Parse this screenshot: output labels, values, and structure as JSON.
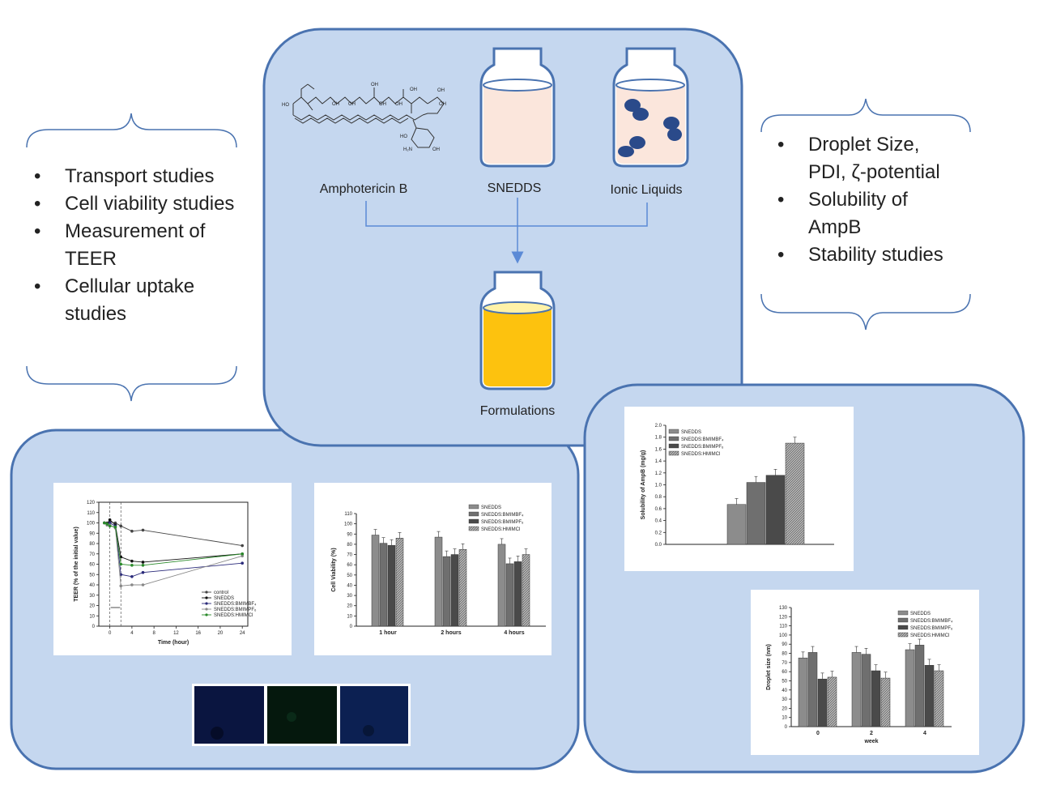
{
  "top_panel": {
    "labels": {
      "drug": "Amphotericin B",
      "snedds": "SNEDDS",
      "ionic": "Ionic  Liquids",
      "formulations": "Formulations"
    },
    "molecule_labels": [
      "HO",
      "OH",
      "OH",
      "OH",
      "OH",
      "OH",
      "OH",
      "OH",
      "OH",
      "H₂N",
      "HO",
      "OH"
    ]
  },
  "left_list": {
    "items": [
      "Transport  studies",
      "Cell viability studies",
      "Measurement  of TEER",
      "Cellular uptake studies"
    ]
  },
  "right_list": {
    "items": [
      "Droplet Size, PDI, ζ-potential",
      "Solubility of AmpB",
      "Stability studies"
    ]
  },
  "colors": {
    "panel_fill": "#c5d7ef",
    "panel_stroke": "#4a73b0",
    "jar_fill": "#fbe6dc",
    "jar_stroke": "#4a73b0",
    "formulation_fill": "#fdc20e",
    "droplet": "#2a4a8a",
    "arrow": "#5b8ad6"
  },
  "chart_data": [
    {
      "type": "line",
      "ylabel": "TEER (% of the initial value)",
      "xlabel": "Time (hour)",
      "xticks": [
        0,
        4,
        8,
        12,
        16,
        20,
        24
      ],
      "yticks": [
        0,
        10,
        20,
        30,
        40,
        50,
        60,
        70,
        80,
        90,
        100,
        110,
        120
      ],
      "xlim": [
        -2,
        25
      ],
      "ylim": [
        0,
        120
      ],
      "x": [
        -1,
        -0.5,
        0,
        1,
        2,
        4,
        6,
        24
      ],
      "series": [
        {
          "name": "control",
          "values": [
            100,
            100,
            101,
            100,
            97,
            92,
            93,
            78
          ]
        },
        {
          "name": "SNEDDS",
          "values": [
            100,
            99,
            103,
            98,
            67,
            63,
            62,
            70
          ]
        },
        {
          "name": "SNEDDS:BMIMBF₄",
          "values": [
            100,
            98,
            100,
            97,
            50,
            48,
            52,
            61
          ]
        },
        {
          "name": "SNEDDS:BMIMPF₆",
          "values": [
            100,
            98,
            98,
            95,
            39,
            40,
            40,
            68
          ]
        },
        {
          "name": "SNEDDS:HMIMCl",
          "values": [
            100,
            99,
            97,
            96,
            60,
            59,
            59,
            70
          ]
        }
      ]
    },
    {
      "type": "bar",
      "ylabel": "Cell Viability (%)",
      "categories": [
        "1 hour",
        "2 hours",
        "4 hours"
      ],
      "yticks": [
        0,
        10,
        20,
        30,
        40,
        50,
        60,
        70,
        80,
        90,
        100,
        110
      ],
      "ylim": [
        0,
        110
      ],
      "series": [
        {
          "name": "SNEDDS",
          "values": [
            89,
            87,
            80
          ]
        },
        {
          "name": "SNEDDS:BMIMBF₄",
          "values": [
            81,
            68,
            61
          ]
        },
        {
          "name": "SNEDDS:BMIMPF₆",
          "values": [
            79,
            70,
            63
          ]
        },
        {
          "name": "SNEDDS:HMIMCl",
          "values": [
            86,
            75,
            70
          ]
        }
      ]
    },
    {
      "type": "bar",
      "ylabel": "Solubility of AmpB (mg/g)",
      "categories": [
        ""
      ],
      "yticks": [
        "0.0",
        "0.2",
        "0.4",
        "0.6",
        "0.8",
        "1.0",
        "1.2",
        "1.4",
        "1.6",
        "1.8",
        "2.0"
      ],
      "ylim": [
        0,
        2.0
      ],
      "series": [
        {
          "name": "SNEDDS",
          "values": [
            0.67
          ]
        },
        {
          "name": "SNEDDS:BMIMBF₄",
          "values": [
            1.04
          ]
        },
        {
          "name": "SNEDDS:BMIMPF₆",
          "values": [
            1.16
          ]
        },
        {
          "name": "SNEDDS:HMIMCl",
          "values": [
            1.7
          ]
        }
      ]
    },
    {
      "type": "bar",
      "ylabel": "Droplet size (nm)",
      "xlabel": "week",
      "categories": [
        "0",
        "2",
        "4"
      ],
      "yticks": [
        0,
        10,
        20,
        30,
        40,
        50,
        60,
        70,
        80,
        90,
        100,
        110,
        120,
        130
      ],
      "ylim": [
        0,
        130
      ],
      "series": [
        {
          "name": "SNEDDS",
          "values": [
            75,
            81,
            84
          ]
        },
        {
          "name": "SNEDDS:BMIMBF₄",
          "values": [
            81,
            79,
            89
          ]
        },
        {
          "name": "SNEDDS:BMIMPF₆",
          "values": [
            52,
            61,
            67
          ]
        },
        {
          "name": "SNEDDS:HMIMCl",
          "values": [
            54,
            53,
            61
          ]
        }
      ]
    }
  ]
}
